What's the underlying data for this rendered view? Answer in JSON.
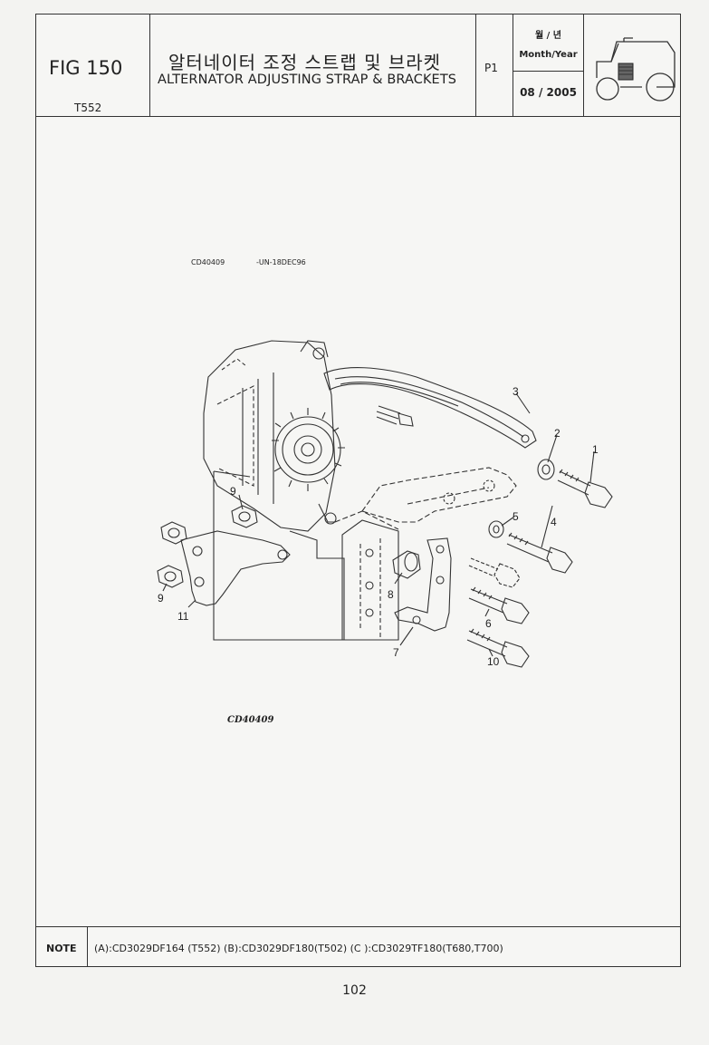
{
  "header": {
    "figure": "FIG 150",
    "model": "T552",
    "title_ko": "알터네이터 조정 스트랩 및 브라켓",
    "title_en": "ALTERNATOR ADJUSTING STRAP & BRACKETS",
    "page": "P1",
    "date_label_ko": "월 / 년",
    "date_label_en": "Month/Year",
    "date_value": "08 / 2005"
  },
  "illustration": {
    "code": "CD40409",
    "stamp": "-UN-18DEC96",
    "caption": "CD40409",
    "callouts": [
      "1",
      "2",
      "3",
      "4",
      "5",
      "6",
      "7",
      "8",
      "9",
      "9",
      "10",
      "11"
    ]
  },
  "note": {
    "label": "NOTE",
    "text": "(A):CD3029DF164 (T552)  (B):CD3029DF180(T502)  (C ):CD3029TF180(T680,T700)"
  },
  "page_number": "102"
}
